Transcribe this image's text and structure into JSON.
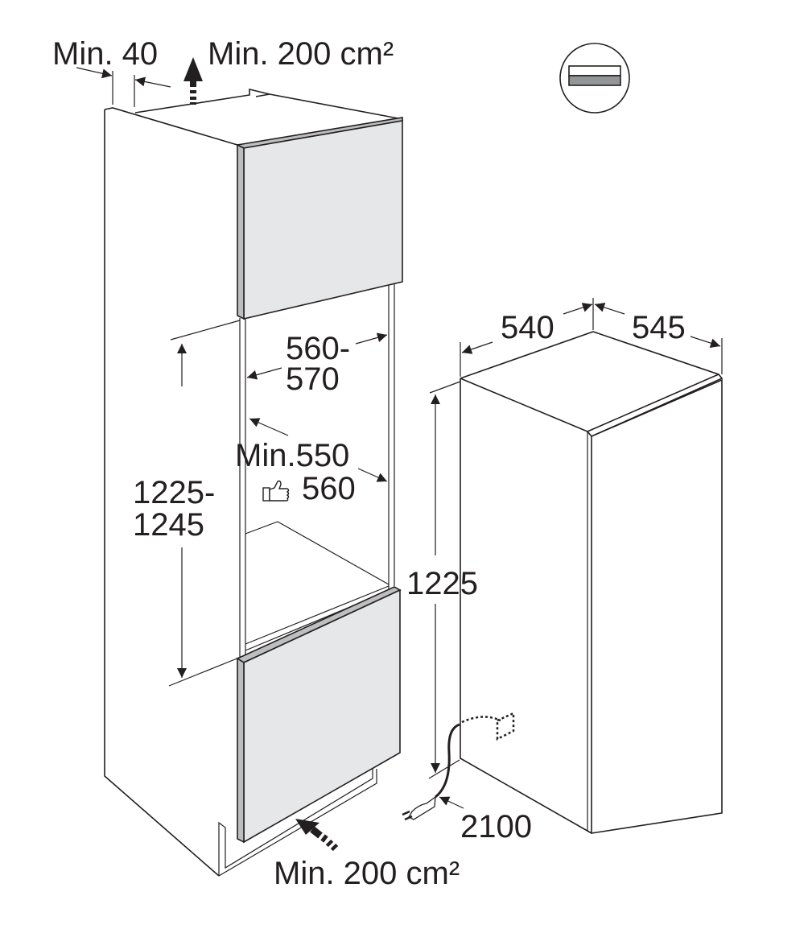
{
  "labels": {
    "top_gap": "Min. 40",
    "top_vent": "Min. 200 cm²",
    "bottom_vent": "Min. 200 cm²",
    "niche_width_line1": "560-",
    "niche_width_line2": "570",
    "niche_depth_min": "Min.550",
    "niche_depth_recommended": "560",
    "niche_height_line1": "1225-",
    "niche_height_line2": "1245",
    "appliance_width": "540",
    "appliance_depth": "545",
    "appliance_height": "1225",
    "cable_length": "2100"
  },
  "icons": {
    "recommended": "thumbs-up-icon",
    "door_mounting": "fixed-door-symbol-icon",
    "plug": "power-plug-icon",
    "socket": "socket-icon"
  },
  "colors": {
    "line": "#231f20",
    "door_face": "#e6e7e8",
    "door_edge": "#bcbec0",
    "symbol_fill": "#939598"
  }
}
